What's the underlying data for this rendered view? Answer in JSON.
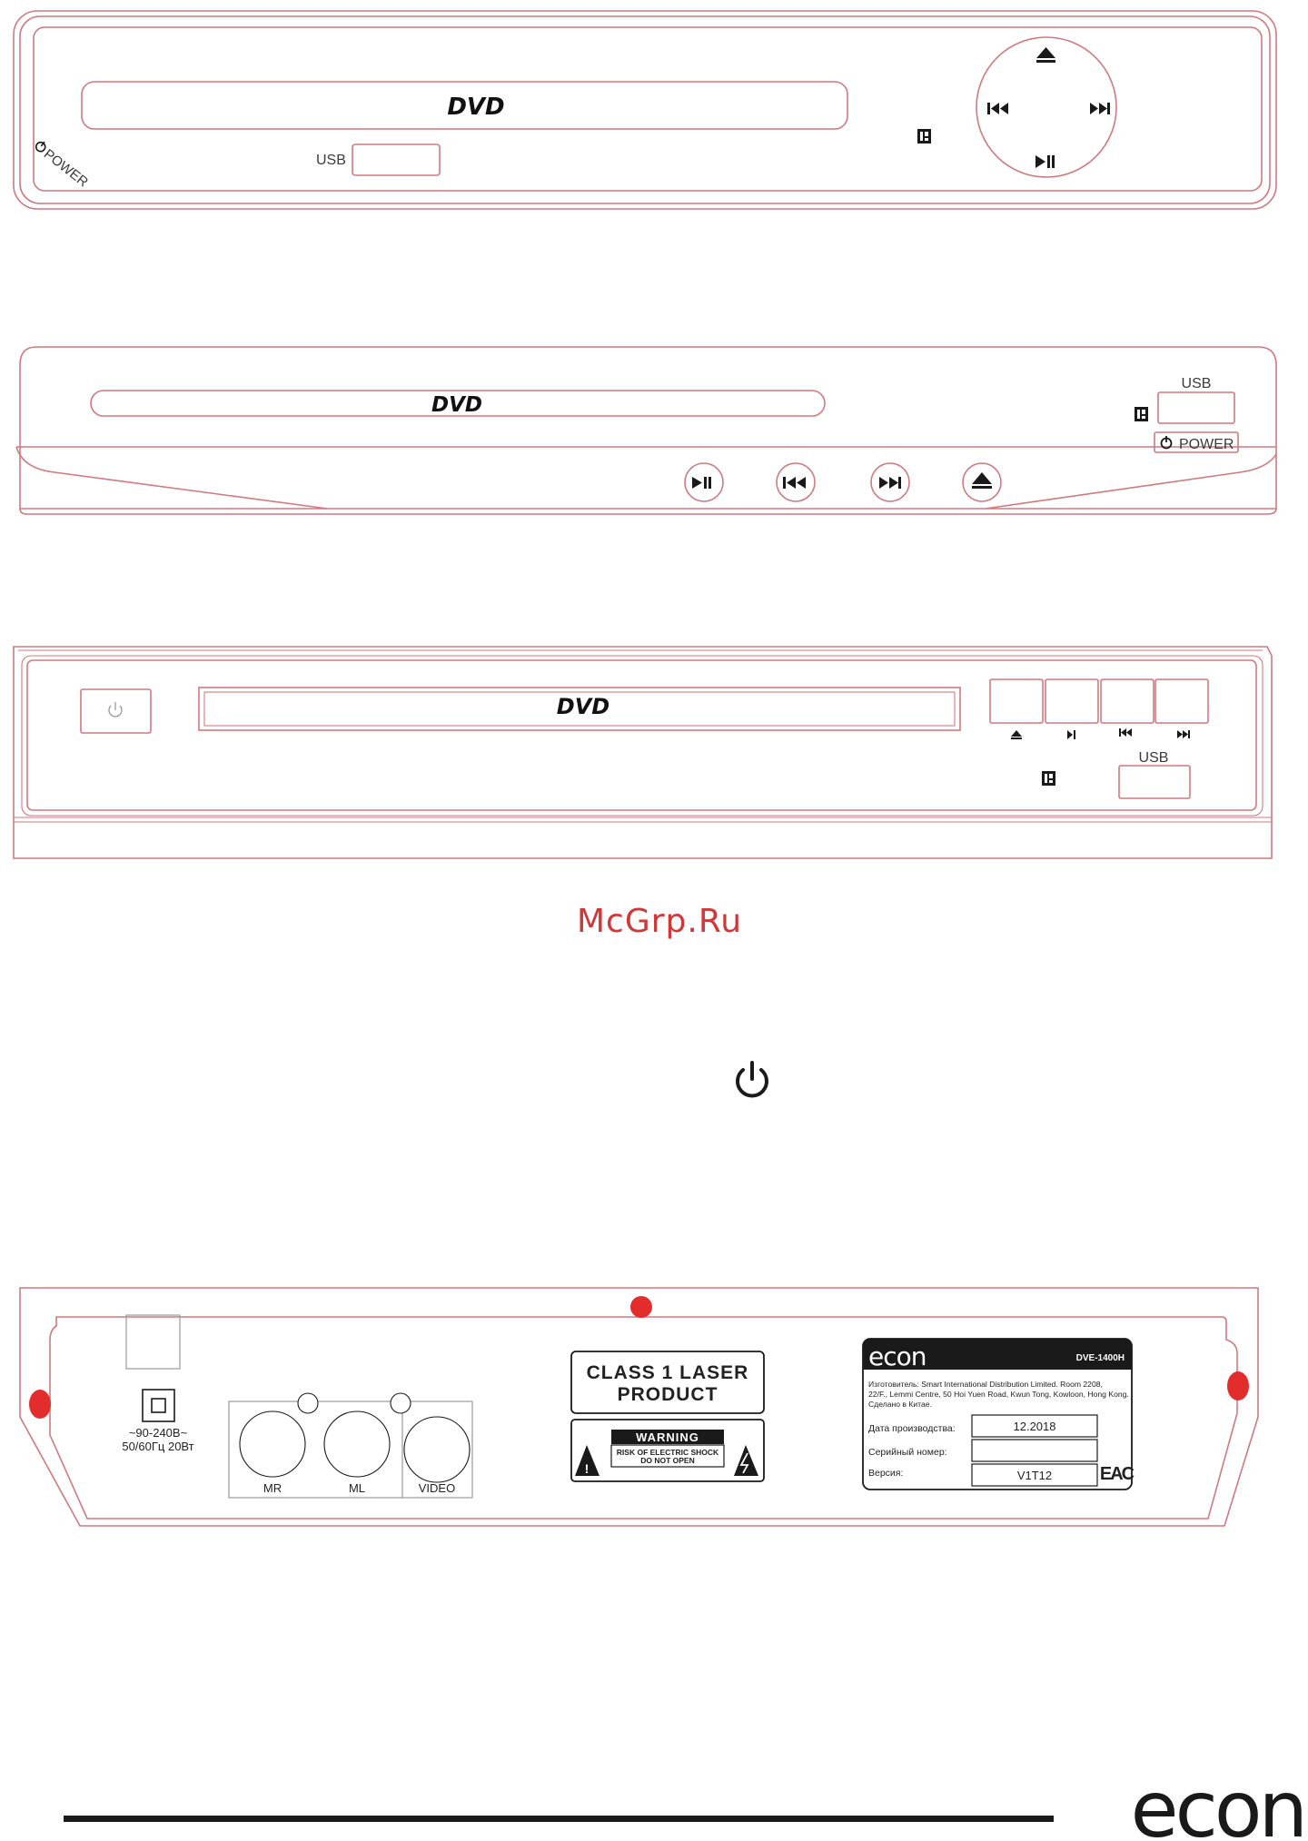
{
  "colors": {
    "outline": "#d0797f",
    "accent_red": "#e32d2d",
    "ink": "#1a1a1a",
    "watermark": "#d03737"
  },
  "panel1": {
    "dvd_logo": "DVD",
    "power_label": "POWER",
    "usb_label": "USB",
    "icons": [
      "power-icon",
      "ir-sensor-icon",
      "eject-icon",
      "prev-icon",
      "next-icon",
      "play-pause-icon"
    ]
  },
  "panel2": {
    "dvd_logo": "DVD",
    "usb_label": "USB",
    "power_label": "POWER",
    "icons": [
      "ir-sensor-icon",
      "power-icon",
      "play-pause-icon",
      "prev-icon",
      "next-icon",
      "eject-icon"
    ]
  },
  "panel3": {
    "dvd_logo": "DVD",
    "usb_label": "USB",
    "icons": [
      "power-icon",
      "eject-icon",
      "play-pause-icon",
      "prev-icon",
      "next-icon",
      "ir-sensor-icon"
    ]
  },
  "watermark": "McGrp.Ru",
  "standalone_icon": "power-icon",
  "rear": {
    "power_spec_line1": "~90-240В~",
    "power_spec_line2": "50/60Гц 20Вт",
    "jacks": [
      "MR",
      "ML",
      "VIDEO"
    ],
    "laser_line1": "CLASS 1 LASER",
    "laser_line2": "PRODUCT",
    "warning_title": "WARNING",
    "warning_line1": "RISK OF ELECTRIC SHOCK",
    "warning_line2": "DO NOT OPEN",
    "label": {
      "brand": "econ",
      "model": "DVE-1400H",
      "maker_line1": "Изготовитель: Smart International Distribution Limited. Room 2208,",
      "maker_line2": "22/F., Lemmi Centre, 50 Hoi Yuen Road, Kwun Tong, Kowloon, Hong Kong.",
      "maker_line3": "Сделано в Китае.",
      "date_label": "Дата производства:",
      "date_value": "12.2018",
      "serial_label": "Серийный номер:",
      "serial_value": "",
      "version_label": "Версия:",
      "version_value": "V1T12",
      "eac_mark": "EAC"
    }
  },
  "footer": {
    "brand": "econ"
  }
}
